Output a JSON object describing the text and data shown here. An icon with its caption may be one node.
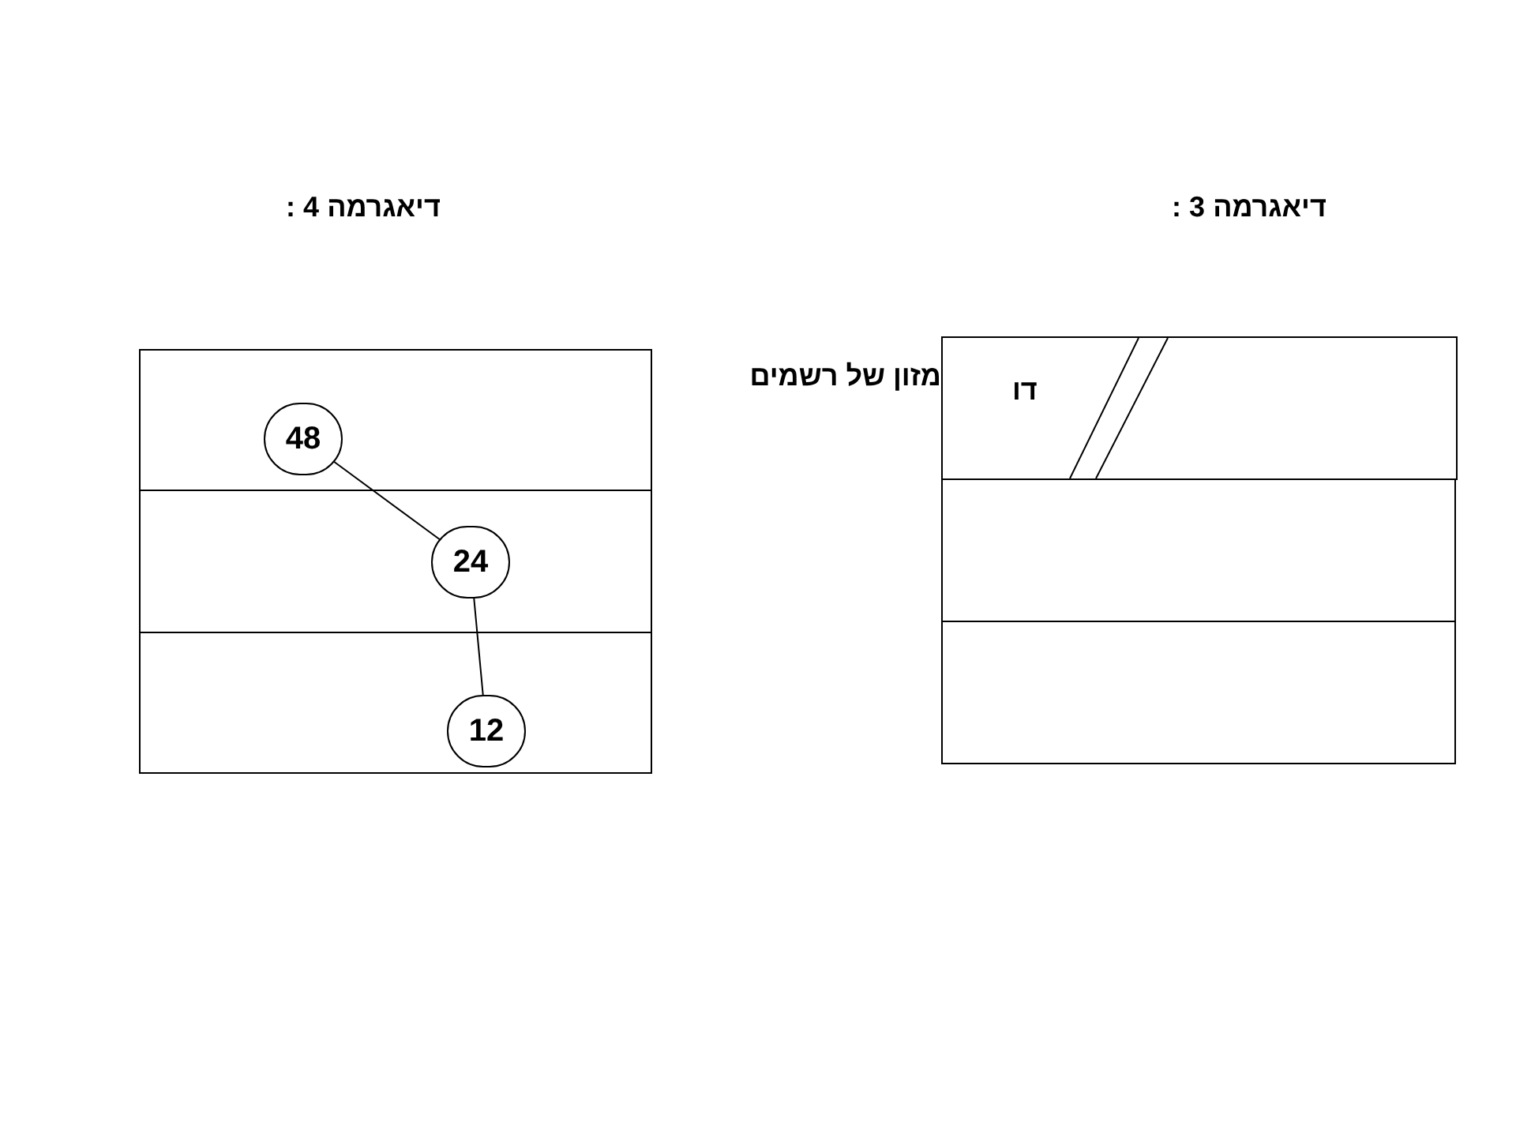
{
  "diagram": {
    "nodes": [
      {
        "text": [],
        "shape": "box"
      },
      {
        "text": [],
        "shape": "box"
      },
      {
        "text": [],
        "shape": "box"
      },
      {
        "text": [
          "48"
        ],
        "in": 0
      },
      {
        "text": [
          "24"
        ],
        "in": 1
      },
      {
        "text": [
          "12"
        ],
        "in": 2
      },
      {
        "text": [
          "דו"
        ],
        "beside": [
          "מזון של רשמים"
        ]
      },
      {
        "text": [],
        "shape": "box"
      },
      {
        "text": [],
        "shape": "box"
      }
    ],
    "edges": [
      {
        "from": 3,
        "to": 4,
        "arrow": "none"
      },
      {
        "from": 4,
        "to": 5,
        "arrow": "none"
      }
    ],
    "labels": [
      "דיאגרמה 4 :",
      "דיאגרמה 3 :"
    ]
  }
}
